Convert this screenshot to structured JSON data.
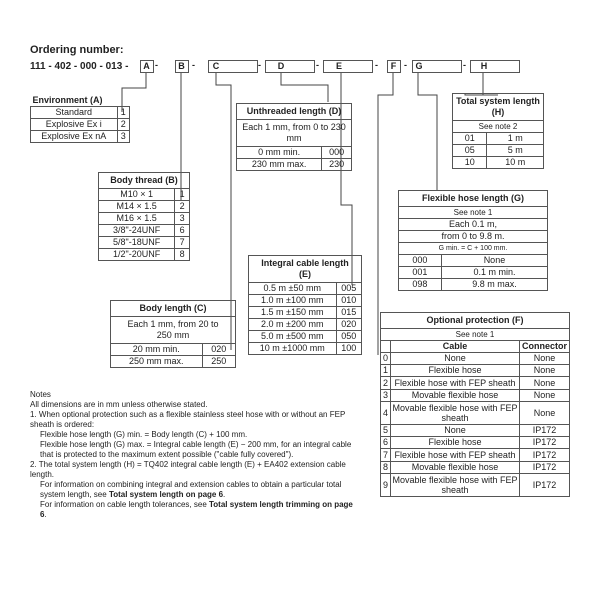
{
  "ordering": {
    "title": "Ordering number:",
    "prefix": "111 - 402 - 000 - 013 -",
    "letters": [
      "A",
      "B",
      "C",
      "D",
      "E",
      "F",
      "G",
      "H"
    ]
  },
  "environment": {
    "title": "Environment (A)",
    "rows": [
      {
        "label": "Standard",
        "code": "1"
      },
      {
        "label": "Explosive Ex i",
        "code": "2"
      },
      {
        "label": "Explosive Ex nA",
        "code": "3"
      }
    ]
  },
  "body_thread": {
    "title": "Body thread (B)",
    "rows": [
      {
        "label": "M10 × 1",
        "code": "1"
      },
      {
        "label": "M14 × 1.5",
        "code": "2"
      },
      {
        "label": "M16 × 1.5",
        "code": "3"
      },
      {
        "label": "3/8\"-24UNF",
        "code": "6"
      },
      {
        "label": "5/8\"-18UNF",
        "code": "7"
      },
      {
        "label": "1/2\"-20UNF",
        "code": "8"
      }
    ]
  },
  "body_length": {
    "title": "Body length (C)",
    "note": "Each 1 mm, from 20 to 250 mm",
    "rows": [
      {
        "label": "20 mm min.",
        "code": "020"
      },
      {
        "label": "250 mm max.",
        "code": "250"
      }
    ]
  },
  "unthreaded": {
    "title": "Unthreaded length (D)",
    "note": "Each 1 mm, from 0 to 230 mm",
    "rows": [
      {
        "label": "0 mm min.",
        "code": "000"
      },
      {
        "label": "230 mm max.",
        "code": "230"
      }
    ]
  },
  "integral_cable": {
    "title": "Integral cable length (E)",
    "rows": [
      {
        "label": "0.5 m ±50 mm",
        "code": "005"
      },
      {
        "label": "1.0 m ±100 mm",
        "code": "010"
      },
      {
        "label": "1.5 m ±150 mm",
        "code": "015"
      },
      {
        "label": "2.0 m ±200 mm",
        "code": "020"
      },
      {
        "label": "5.0 m ±500 mm",
        "code": "050"
      },
      {
        "label": "10 m ±1000 mm",
        "code": "100"
      }
    ]
  },
  "total_length": {
    "title": "Total system length (H)",
    "note": "See note 2",
    "rows": [
      {
        "code": "01",
        "label": "1 m"
      },
      {
        "code": "05",
        "label": "5 m"
      },
      {
        "code": "10",
        "label": "10 m"
      }
    ]
  },
  "flex_hose": {
    "title": "Flexible hose length (G)",
    "note": "See note 1",
    "desc1": "Each 0.1 m,",
    "desc2": "from 0 to 9.8 m.",
    "desc3": "G min. = C + 100 mm.",
    "rows": [
      {
        "code": "000",
        "label": "None"
      },
      {
        "code": "001",
        "label": "0.1 m min."
      },
      {
        "code": "098",
        "label": "9.8 m max."
      }
    ]
  },
  "protection": {
    "title": "Optional protection (F)",
    "note": "See note 1",
    "col_cable": "Cable",
    "col_connector": "Connector",
    "rows": [
      {
        "code": "0",
        "cable": "None",
        "connector": "None"
      },
      {
        "code": "1",
        "cable": "Flexible hose",
        "connector": "None"
      },
      {
        "code": "2",
        "cable": "Flexible hose with FEP sheath",
        "connector": "None"
      },
      {
        "code": "3",
        "cable": "Movable flexible hose",
        "connector": "None"
      },
      {
        "code": "4",
        "cable": "Movable flexible hose with FEP sheath",
        "connector": "None"
      },
      {
        "code": "5",
        "cable": "None",
        "connector": "IP172"
      },
      {
        "code": "6",
        "cable": "Flexible hose",
        "connector": "IP172"
      },
      {
        "code": "7",
        "cable": "Flexible hose with FEP sheath",
        "connector": "IP172"
      },
      {
        "code": "8",
        "cable": "Movable flexible hose",
        "connector": "IP172"
      },
      {
        "code": "9",
        "cable": "Movable flexible hose with FEP sheath",
        "connector": "IP172"
      }
    ]
  },
  "notes": {
    "heading": "Notes",
    "intro": "All dimensions are in mm unless otherwise stated.",
    "n1": "1. When optional protection such as a flexible stainless steel hose with or without an FEP sheath is ordered:",
    "n1a": "Flexible hose length (G) min. = Body length (C) + 100 mm.",
    "n1b": "Flexible hose length (G) max. = Integral cable length (E) − 200 mm, for an integral cable that is protected to the maximum extent possible (\"cable fully covered\").",
    "n2": "2. The total system length (H) = TQ402 integral cable length (E) + EA402 extension cable length.",
    "n2a": "For information on combining integral and extension cables to obtain a particular total system length, see",
    "n2a_bold": "Total system length on page 6",
    "n2b": "For information on cable length tolerances, see",
    "n2b_bold": "Total system length trimming on page 6"
  }
}
